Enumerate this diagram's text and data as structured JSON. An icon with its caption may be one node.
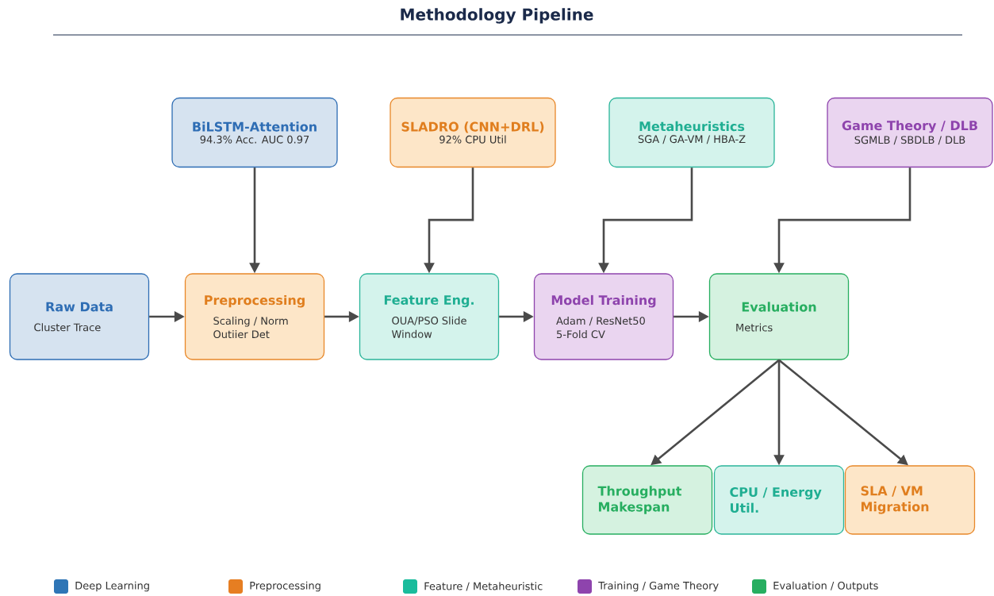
{
  "diagram": {
    "title": "Methodology Pipeline",
    "nodes": [
      {
        "text": [
          "BiLSTM-Attention",
          "94.3% Acc. AUC 0.97"
        ]
      },
      {
        "text": [
          "SLADRO (CNN+DRL)",
          "92% CPU Util"
        ]
      },
      {
        "text": [
          "Metaheuristics",
          "SGA / GA-VM / HBA-Z"
        ]
      },
      {
        "text": [
          "Game Theory / DLB",
          "SGMLB / SBDLB / DLB"
        ]
      },
      {
        "text": [
          "Raw Data",
          "Cluster Trace"
        ]
      },
      {
        "text": [
          "Preprocessing",
          "Scaling / Norm Outiier Det"
        ]
      },
      {
        "text": [
          "Feature Eng.",
          "OUA/PSO Slide Window"
        ]
      },
      {
        "text": [
          "Model Training",
          "Adam / ResNet50 5-Fold CV"
        ]
      },
      {
        "text": [
          "Evaluation",
          "Metrics"
        ]
      },
      {
        "text": [
          "Throughput Makespan"
        ]
      },
      {
        "text": [
          "CPU / Energy Util."
        ]
      },
      {
        "text": [
          "SLA / VM Migration"
        ]
      }
    ],
    "edges": [
      {
        "from": 0,
        "to": 5,
        "arrow": "to"
      },
      {
        "from": 1,
        "to": 6,
        "arrow": "to"
      },
      {
        "from": 2,
        "to": 7,
        "arrow": "to"
      },
      {
        "from": 3,
        "to": 8,
        "arrow": "to"
      },
      {
        "from": 4,
        "to": 5,
        "arrow": "to"
      },
      {
        "from": 5,
        "to": 6,
        "arrow": "to"
      },
      {
        "from": 6,
        "to": 7,
        "arrow": "to"
      },
      {
        "from": 7,
        "to": 8,
        "arrow": "to"
      },
      {
        "from": 8,
        "to": 9,
        "arrow": "to"
      },
      {
        "from": 8,
        "to": 10,
        "arrow": "to"
      },
      {
        "from": 8,
        "to": 11,
        "arrow": "to"
      }
    ],
    "legend": [
      {
        "text": "Deep Learning",
        "color": "#2e75b6"
      },
      {
        "text": "Preprocessing",
        "color": "#e67e22"
      },
      {
        "text": "Feature / Metaheuristic",
        "color": "#1abc9c"
      },
      {
        "text": "Training / Game Theory",
        "color": "#8e44ad"
      },
      {
        "text": "Evaluation / Outputs",
        "color": "#27ae60"
      }
    ]
  }
}
